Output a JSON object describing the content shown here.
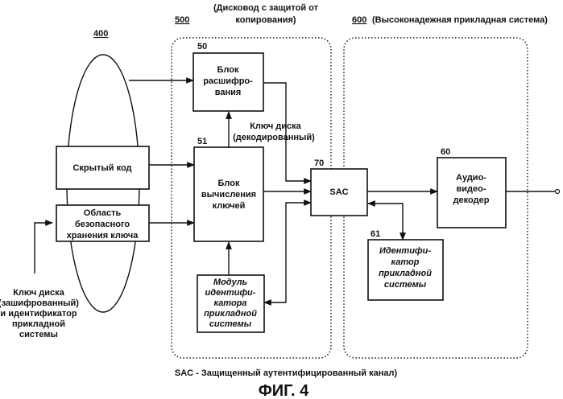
{
  "header": {
    "drive_title_line1": "(Дисковод с защитой от",
    "drive_title_line2": "копирования)",
    "drive_ref": "500",
    "system_ref": "600",
    "system_title": "(Высоконадежная прикладная система)",
    "disc_ref": "400"
  },
  "blocks": {
    "decrypt": {
      "ref": "50",
      "lines": [
        "Блок",
        "расшифро-",
        "вания"
      ]
    },
    "keycalc": {
      "ref": "51",
      "lines": [
        "Блок",
        "вычисления",
        "ключей"
      ]
    },
    "hidden_code": {
      "lines": [
        "Скрытый код"
      ]
    },
    "secure_area": {
      "lines": [
        "Область",
        "безопасного",
        "хранения ключа"
      ]
    },
    "sac": {
      "ref": "70",
      "lines": [
        "SAC"
      ]
    },
    "av_decoder": {
      "ref": "60",
      "lines": [
        "Аудио-",
        "видео-",
        "декодер"
      ]
    },
    "app_id": {
      "ref": "61",
      "lines": [
        "Идентифи-",
        "катор",
        "прикладной",
        "системы"
      ]
    },
    "id_module": {
      "lines": [
        "Модуль",
        "идентифи-",
        "катора",
        "прикладной",
        "системы"
      ]
    }
  },
  "labels": {
    "disc_key_decoded": [
      "Ключ диска",
      "(декодированный)"
    ],
    "disc_key_input": [
      "Ключ диска",
      "(зашифрованный)",
      "и идентификатор",
      "прикладной",
      "системы"
    ]
  },
  "footer": {
    "legend": "SAC - Защищенный аутентифицированный канал)",
    "figure": "ФИГ. 4"
  }
}
